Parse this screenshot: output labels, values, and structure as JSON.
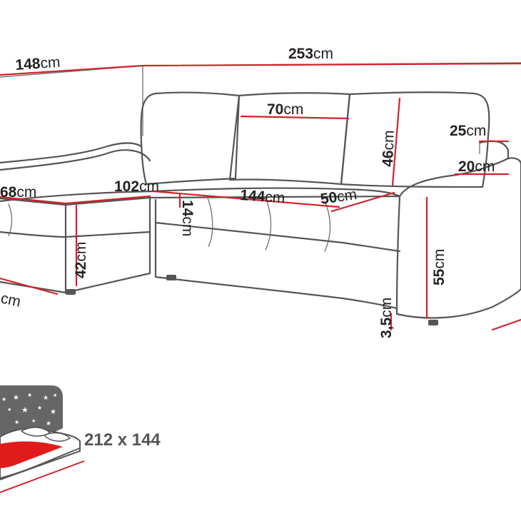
{
  "diagram": {
    "dimensions": [
      {
        "id": "width-corner",
        "value": "148",
        "unit": "cm"
      },
      {
        "id": "width-total",
        "value": "253",
        "unit": "cm"
      },
      {
        "id": "backrest-cushion-width",
        "value": "70",
        "unit": "cm"
      },
      {
        "id": "backrest-height",
        "value": "46",
        "unit": "cm"
      },
      {
        "id": "armrest-height",
        "value": "25",
        "unit": "cm"
      },
      {
        "id": "armrest-width",
        "value": "20",
        "unit": "cm"
      },
      {
        "id": "chaise-seat-width",
        "value": "68",
        "unit": "cm"
      },
      {
        "id": "chaise-seat-depth",
        "value": "102",
        "unit": "cm"
      },
      {
        "id": "seat-width",
        "value": "144",
        "unit": "cm"
      },
      {
        "id": "seat-depth",
        "value": "50",
        "unit": "cm"
      },
      {
        "id": "cushion-thickness",
        "value": "14",
        "unit": "cm"
      },
      {
        "id": "seat-height",
        "value": "42",
        "unit": "cm"
      },
      {
        "id": "total-height",
        "value": "55",
        "unit": "cm"
      },
      {
        "id": "leg-height",
        "value": "3,5",
        "unit": "cm"
      },
      {
        "id": "depth-left",
        "value": "",
        "unit": "cm"
      }
    ],
    "bed_size": "212 x 144"
  },
  "colors": {
    "outline": "#555555",
    "dimension": "#d0232a",
    "badge": "#666666",
    "bed": "#e01b1b"
  },
  "icons": {
    "night": "star-icon",
    "bed": "bed-icon"
  }
}
